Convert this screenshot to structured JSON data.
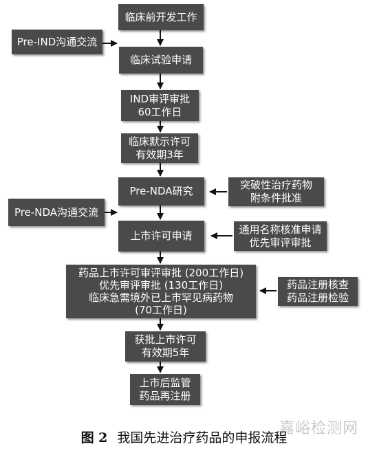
{
  "flow": {
    "main": [
      [
        "临床前开发工作"
      ],
      [
        "临床试验申请"
      ],
      [
        "IND审评审批",
        "60工作日"
      ],
      [
        "临床默示许可",
        "有效期3年"
      ],
      [
        "Pre-NDA研究"
      ],
      [
        "上市许可申请"
      ],
      [
        "药品上市许可审评审批 (200工作日)",
        "优先审评审批 (130工作日)",
        "临床急需境外已上市罕见病药物",
        "(70工作日)"
      ],
      [
        "获批上市许可",
        "有效期5年"
      ],
      [
        "上市后监管",
        "药品再注册"
      ]
    ],
    "side_left": {
      "pre_ind": [
        "Pre-IND沟通交流"
      ],
      "pre_nda": [
        "Pre-NDA沟通交流"
      ]
    },
    "side_right": {
      "breakthrough": [
        "突破性治疗药物",
        "附条件批准"
      ],
      "generic_name": [
        "通用名称核准申请",
        "优先审评审批"
      ],
      "inspection": [
        "药品注册核查",
        "药品注册检验"
      ]
    }
  },
  "caption": {
    "figure_label": "图 2",
    "title": "我国先进治疗药品的申报流程"
  },
  "watermark": "嘉峪检测网",
  "colors": {
    "box": "#4a4a4a",
    "box_text": "#ffffff",
    "arrow": "#111111"
  }
}
